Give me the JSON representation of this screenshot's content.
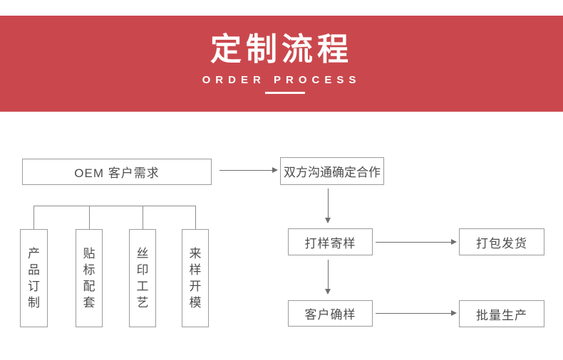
{
  "banner": {
    "title": "定制流程",
    "subtitle": "ORDER PROCESS",
    "background_color": "#CA484D"
  },
  "flow": {
    "oem": "OEM 客户需求",
    "negotiate": "双方沟通确定合作",
    "branches": [
      {
        "label": "产品订制"
      },
      {
        "label": "贴标配套"
      },
      {
        "label": "丝印工艺"
      },
      {
        "label": "来样开模"
      }
    ],
    "sample": "打样寄样",
    "ship": "打包发货",
    "confirm": "客户确样",
    "production": "批量生产"
  },
  "colors": {
    "banner_red": "#CA484D",
    "box_border": "#9B9B9B",
    "box_text": "#4D4D4D",
    "connector_line": "#8C8C8C",
    "arrow": "#6E6E6E"
  }
}
